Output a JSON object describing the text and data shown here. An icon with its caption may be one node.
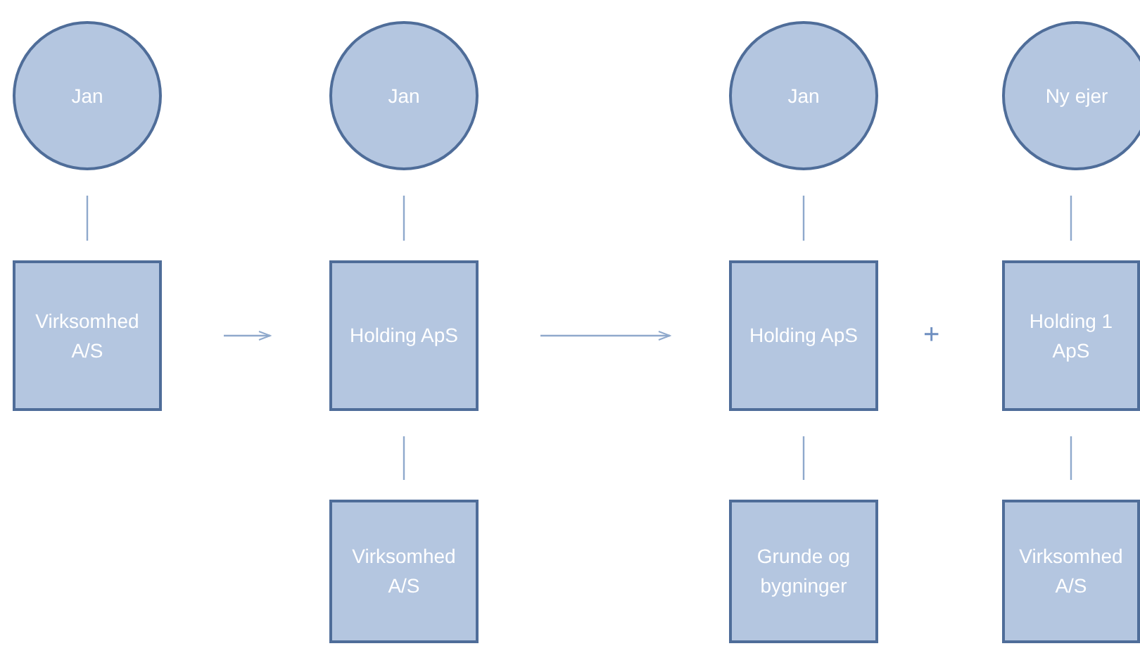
{
  "diagram": {
    "nodes": [
      {
        "text": [
          "Jan"
        ]
      },
      {
        "text": [
          "Jan"
        ]
      },
      {
        "text": [
          "Jan"
        ]
      },
      {
        "text": [
          "Ny ejer"
        ]
      },
      {
        "text": [
          "Virksomhed A/S"
        ]
      },
      {
        "text": [
          "Holding ApS"
        ]
      },
      {
        "text": [
          "Holding ApS"
        ]
      },
      {
        "text": [
          "Holding 1 ApS"
        ]
      },
      {
        "text": [
          "Virksomhed A/S"
        ]
      },
      {
        "text": [
          "Grunde og bygninger"
        ]
      },
      {
        "text": [
          "Virksomhed A/S"
        ]
      }
    ],
    "edges": [
      {
        "from": 0,
        "to": 4,
        "arrow": "none"
      },
      {
        "from": 1,
        "to": 5,
        "arrow": "none"
      },
      {
        "from": 2,
        "to": 6,
        "arrow": "none"
      },
      {
        "from": 3,
        "to": 7,
        "arrow": "none"
      },
      {
        "from": 5,
        "to": 8,
        "arrow": "none"
      },
      {
        "from": 6,
        "to": 9,
        "arrow": "none"
      },
      {
        "from": 7,
        "to": 10,
        "arrow": "none"
      },
      {
        "from": 4,
        "to": 5,
        "arrow": "to"
      },
      {
        "from": 5,
        "to": 6,
        "arrow": "to"
      }
    ],
    "labels": [
      "+"
    ]
  }
}
